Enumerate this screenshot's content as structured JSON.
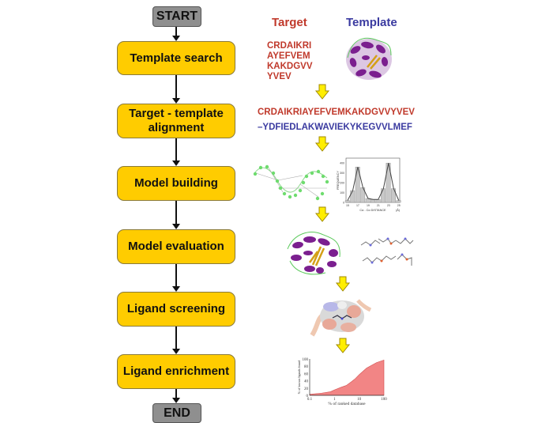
{
  "flowchart": {
    "start": "START",
    "end": "END",
    "steps": [
      {
        "label": "Template search"
      },
      {
        "label": "Target - template alignment"
      },
      {
        "label": "Model building"
      },
      {
        "label": "Model evaluation"
      },
      {
        "label": "Ligand screening"
      },
      {
        "label": "Ligand enrichment"
      }
    ],
    "colors": {
      "step_fill": "#ffcc00",
      "terminal_fill": "#8f8f8f",
      "arrow_fill": "#ffee00"
    }
  },
  "illustrations": {
    "target_heading": "Target",
    "template_heading": "Template",
    "target_color": "#c0392b",
    "template_color": "#3a3aa0",
    "target_sequence_lines": [
      "CRDAIKRI",
      "AYEFVEM",
      "KAKDGVV",
      "YVEV"
    ],
    "alignment_target": "CRDAIKRIAYEFVEMKAKDGVVYVEV",
    "alignment_template": "–YDFIEDLAKWAVIEKYKEGVVLMEF",
    "histogram": {
      "ylabel": "FREQUENCY",
      "xlabel": "Cα - Cα DISTANCE",
      "xunit": "(Å)",
      "xticks": [
        "15",
        "17",
        "19",
        "21",
        "23",
        "25"
      ],
      "yticks": [
        "0",
        "100",
        "200",
        "300",
        "400"
      ]
    },
    "enrichment": {
      "ylabel": "% of known ligands found",
      "xlabel": "% of ranked database",
      "xticks": [
        "0.1",
        "1",
        "10",
        "100"
      ],
      "yticks": [
        "0",
        "20",
        "40",
        "60",
        "80",
        "100"
      ]
    }
  },
  "chart_data": [
    {
      "type": "bar",
      "title": "",
      "xlabel": "Cα - Cα DISTANCE (Å)",
      "ylabel": "FREQUENCY",
      "x": [
        15,
        16,
        17,
        18,
        19,
        20,
        21,
        22,
        23,
        24,
        25
      ],
      "values": [
        20,
        120,
        360,
        150,
        40,
        30,
        30,
        140,
        400,
        140,
        20
      ],
      "xlim": [
        15,
        25.5
      ],
      "ylim": [
        0,
        450
      ]
    },
    {
      "type": "area",
      "title": "",
      "xlabel": "% of ranked database",
      "ylabel": "% of known ligands found",
      "x": [
        0.1,
        0.3,
        0.7,
        1,
        2,
        3,
        5,
        7,
        10,
        20,
        50,
        100
      ],
      "values": [
        3,
        6,
        10,
        15,
        23,
        27,
        38,
        46,
        57,
        75,
        90,
        97
      ],
      "xscale": "log",
      "xlim": [
        0.1,
        100
      ],
      "ylim": [
        0,
        100
      ]
    }
  ]
}
